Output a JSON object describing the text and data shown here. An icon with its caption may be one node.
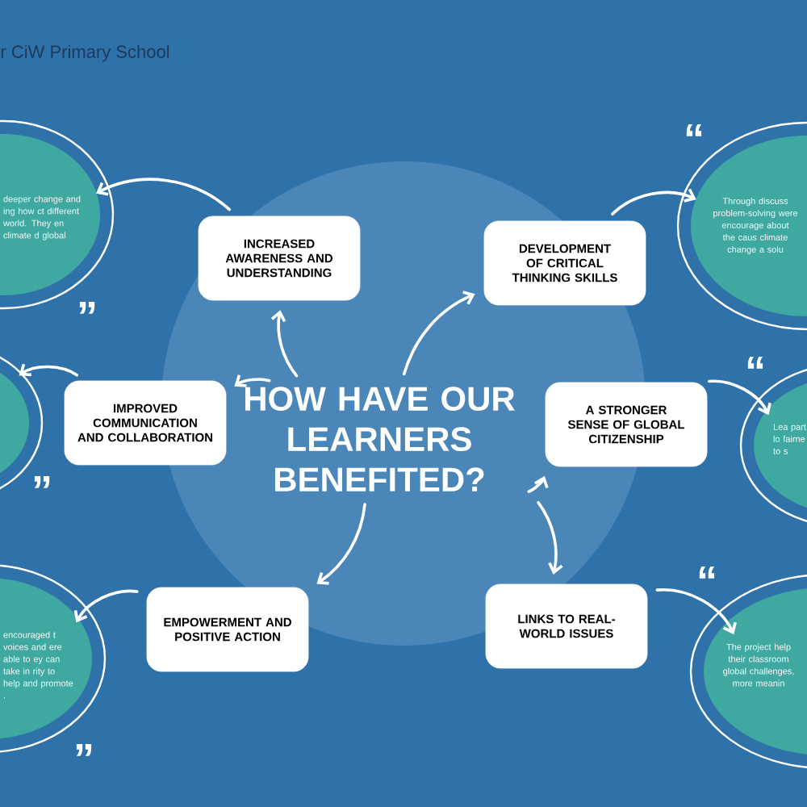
{
  "diagram": {
    "title": "r CiW Primary School",
    "nodes": [
      {
        "text": [
          "HOW HAVE OUR LEARNERS BENEFITED?"
        ]
      },
      {
        "text": [
          "INCREASED AWARENESS AND UNDERSTANDING"
        ]
      },
      {
        "text": [
          "DEVELOPMENT OF CRITICAL THINKING SKILLS"
        ]
      },
      {
        "text": [
          "IMPROVED COMMUNICATION AND COLLABORATION"
        ]
      },
      {
        "text": [
          "A STRONGER SENSE OF GLOBAL CITIZENSHIP"
        ]
      },
      {
        "text": [
          "EMPOWERMENT AND POSITIVE ACTION"
        ]
      },
      {
        "text": [
          "LINKS TO REAL-WORLD ISSUES"
        ]
      },
      {
        "text": [
          "deeper change and ing how ct different world. They en climate d global"
        ],
        "beside": [
          "”"
        ]
      },
      {
        "text": [
          "Through discuss problem-solving were encourage about the caus climate change a solu"
        ],
        "beside": [
          "“"
        ]
      },
      {
        "text": [],
        "shape": "ellipse",
        "beside": [
          "”"
        ]
      },
      {
        "text": [
          "Lea part lo fairne to s"
        ],
        "beside": [
          "“"
        ]
      },
      {
        "text": [
          "encouraged t voices and ere able to ey can take in rity to help and promote ."
        ],
        "beside": [
          "”"
        ]
      },
      {
        "text": [
          "The project help their classroom global challenges, more meanin"
        ],
        "beside": [
          "“"
        ]
      }
    ],
    "edges": [
      {
        "from": 0,
        "to": 1,
        "arrow": "to"
      },
      {
        "from": 0,
        "to": 2,
        "arrow": "to"
      },
      {
        "from": 0,
        "to": 3,
        "arrow": "to"
      },
      {
        "from": 0,
        "to": 4,
        "arrow": "to"
      },
      {
        "from": 0,
        "to": 5,
        "arrow": "to"
      },
      {
        "from": 0,
        "to": 6,
        "arrow": "to"
      },
      {
        "from": 1,
        "to": 7,
        "arrow": "to"
      },
      {
        "from": 2,
        "to": 8,
        "arrow": "to"
      },
      {
        "from": 3,
        "to": 9,
        "arrow": "to"
      },
      {
        "from": 4,
        "to": 10,
        "arrow": "to"
      },
      {
        "from": 5,
        "to": 11,
        "arrow": "to"
      },
      {
        "from": 6,
        "to": 12,
        "arrow": "to"
      }
    ]
  }
}
